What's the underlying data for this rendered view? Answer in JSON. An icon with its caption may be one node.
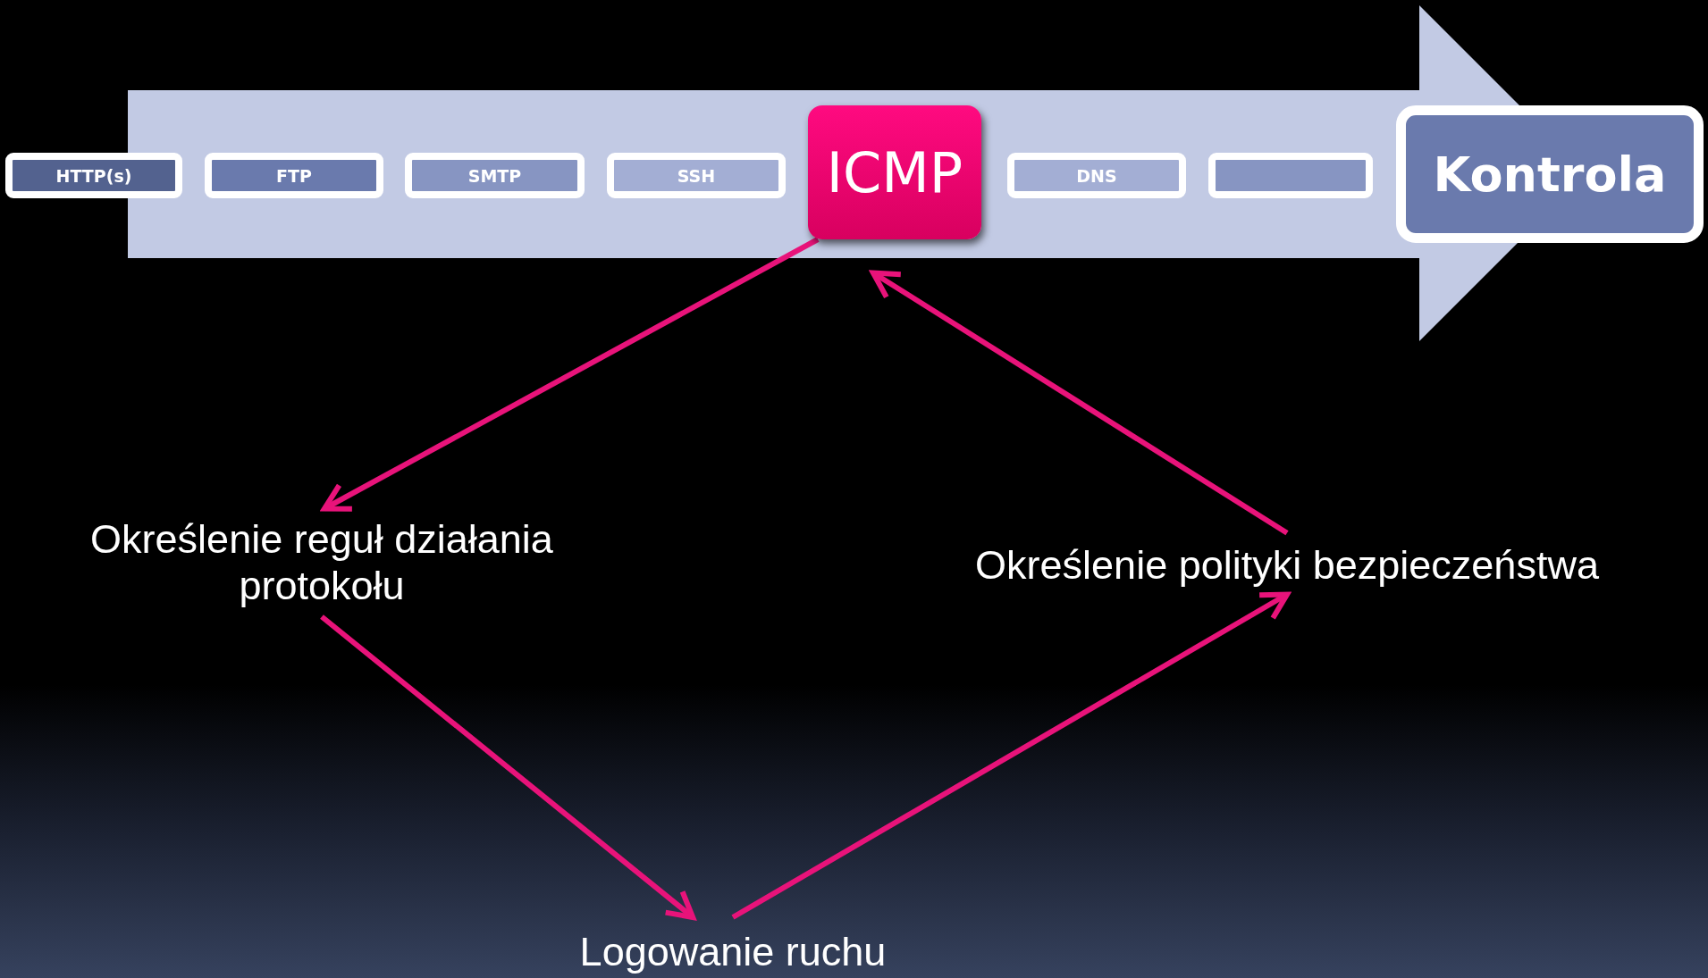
{
  "diagram": {
    "nodes": [
      {
        "text": [
          "HTTP(s)"
        ]
      },
      {
        "text": [
          "FTP"
        ]
      },
      {
        "text": [
          "SMTP"
        ]
      },
      {
        "text": [
          "SSH"
        ]
      },
      {
        "text": [
          "ICMP"
        ]
      },
      {
        "text": [
          "DNS"
        ]
      },
      {
        "text": [],
        "shape": "box"
      },
      {
        "text": [
          "Kontrola"
        ]
      },
      {
        "text": [
          "Określenie reguł działania protokołu"
        ]
      },
      {
        "text": [
          "Określenie polityki bezpieczeństwa"
        ]
      },
      {
        "text": [
          "Logowanie ruchu"
        ]
      }
    ],
    "edges": [
      {
        "from": 4,
        "to": 8,
        "arrow": "to"
      },
      {
        "from": 8,
        "to": 10,
        "arrow": "to"
      },
      {
        "from": 10,
        "to": 9,
        "arrow": "to"
      },
      {
        "from": 9,
        "to": 4,
        "arrow": "to"
      }
    ]
  }
}
